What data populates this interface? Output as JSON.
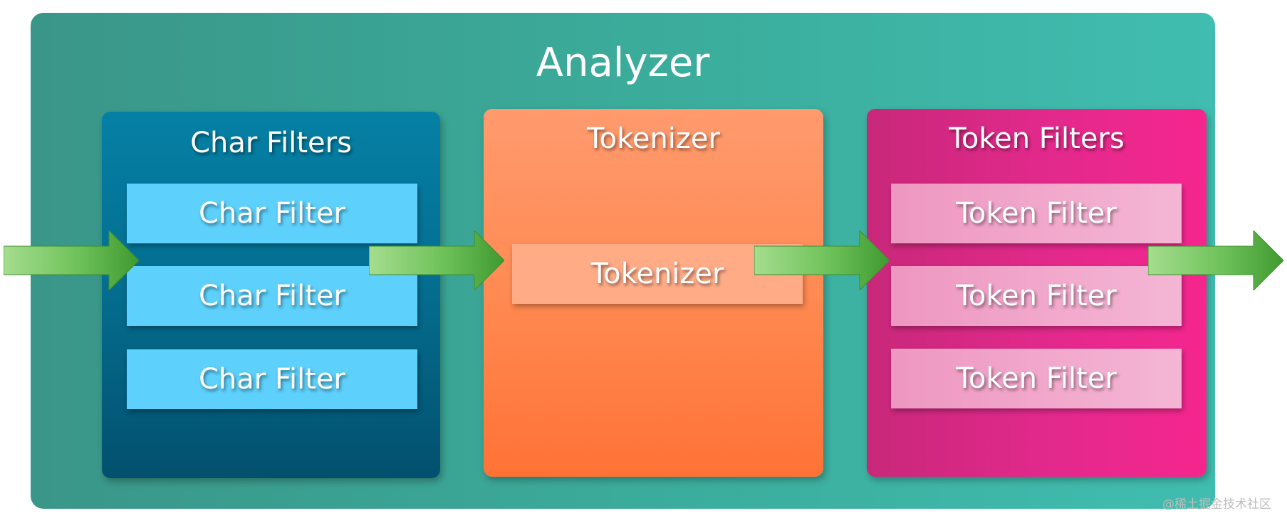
{
  "analyzer": {
    "title": "Analyzer"
  },
  "stages": {
    "char_filters": {
      "title": "Char Filters",
      "items": [
        "Char Filter",
        "Char Filter",
        "Char Filter"
      ]
    },
    "tokenizer": {
      "title": "Tokenizer",
      "item": "Tokenizer"
    },
    "token_filters": {
      "title": "Token Filters",
      "items": [
        "Token Filter",
        "Token Filter",
        "Token Filter"
      ]
    }
  },
  "watermark": "@稀土掘金技术社区",
  "colors": {
    "background": "#3bab9a",
    "char_stage": "#046f91",
    "char_item": "#5dd0fb",
    "tokenizer_stage": "#ff8a52",
    "tokenizer_item": "#ffab86",
    "token_stage": "#e3298c",
    "token_item": "#f4b6d5",
    "arrow": "#4aa23e"
  }
}
